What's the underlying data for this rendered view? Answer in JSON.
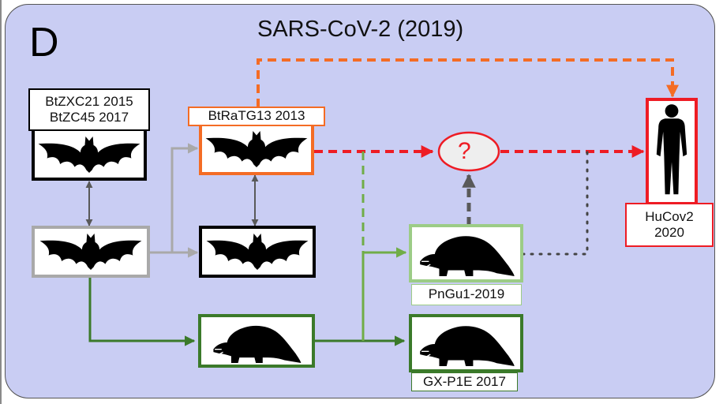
{
  "panel": {
    "letter": "D",
    "title": "SARS-CoV-2 (2019)",
    "background": "#c9cdf3"
  },
  "colors": {
    "black": "#000000",
    "gray": "#a9a9a9",
    "orange": "#f46c25",
    "red": "#ee1c24",
    "dark_green": "#3b7a2a",
    "light_green": "#9ccc86",
    "dark_gray": "#595959"
  },
  "nodes": [
    {
      "id": "btzxc21",
      "label_lines": [
        "BtZXC21 2015",
        "BtZC45 2017"
      ],
      "icon": "bat-icon",
      "border": "black"
    },
    {
      "id": "btratg13",
      "label_lines": [
        "BtRaTG13 2013"
      ],
      "icon": "bat-icon",
      "border": "orange"
    },
    {
      "id": "bat-ancestor",
      "label_lines": [],
      "icon": "bat-icon",
      "border": "gray"
    },
    {
      "id": "bat-sister",
      "label_lines": [],
      "icon": "bat-icon",
      "border": "black"
    },
    {
      "id": "pangolin-ancestor",
      "label_lines": [],
      "icon": "pangolin-icon",
      "border": "dark_green"
    },
    {
      "id": "pngu1",
      "label_lines": [
        "PnGu1-2019"
      ],
      "icon": "pangolin-icon",
      "border": "light_green"
    },
    {
      "id": "gx-p1e",
      "label_lines": [
        "GX-P1E 2017"
      ],
      "icon": "pangolin-icon",
      "border": "dark_green"
    },
    {
      "id": "hucov2",
      "label_lines": [
        "HuCov2",
        "2020"
      ],
      "icon": "human-icon",
      "border": "red"
    },
    {
      "id": "unknown",
      "label_lines": [
        "?"
      ],
      "icon": "question-mark",
      "border": "red"
    }
  ]
}
